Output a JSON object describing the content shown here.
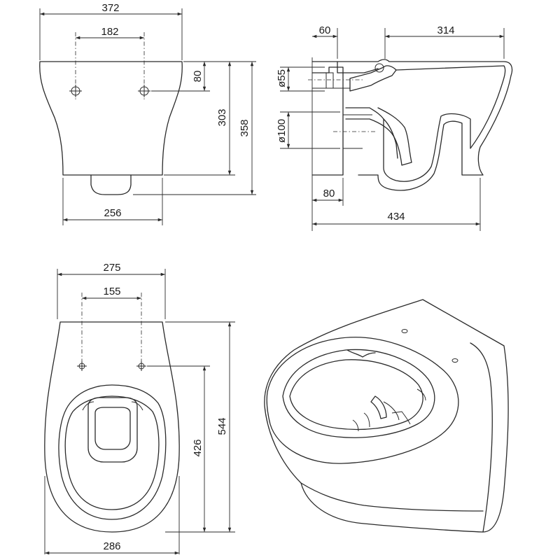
{
  "front_view": {
    "overall_width": "372",
    "mount_hole_spacing": "182",
    "hole_height": "80",
    "body_height": "303",
    "overall_height": "358",
    "base_width": "256"
  },
  "side_view": {
    "wall_offset": "60",
    "bowl_depth": "314",
    "inlet_diameter": "ø55",
    "outlet_diameter": "ø100",
    "outlet_offset": "80",
    "overall_length": "434"
  },
  "top_view": {
    "overall_width": "275",
    "hole_spacing": "155",
    "hole_to_front": "426",
    "overall_length": "544",
    "bowl_width": "286"
  }
}
